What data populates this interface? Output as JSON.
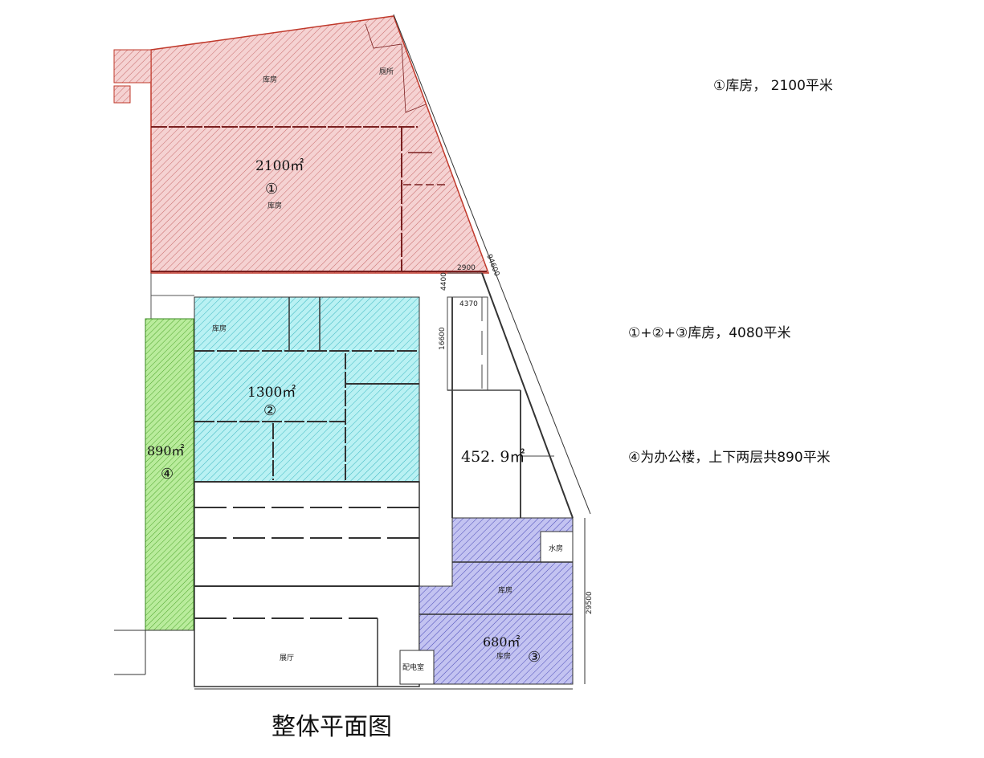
{
  "title": "整体平面图",
  "notes": [
    "①库房， 2100平米",
    "①+②+③库房，4080平米",
    "④为办公楼，上下两层共890平米"
  ],
  "zones": {
    "z1": {
      "area": "2100㎡",
      "num": "①",
      "room": "库房",
      "room_top": "库房",
      "toilet": "厕所",
      "color": "#e8a0a0"
    },
    "z2": {
      "area": "1300㎡",
      "num": "②",
      "room": "库房",
      "color": "#7fe3e8"
    },
    "z3": {
      "area": "680㎡",
      "num": "③",
      "room": "库房",
      "room_top": "库房",
      "water": "水房",
      "color": "#8c8ce0"
    },
    "z4": {
      "area": "890㎡",
      "num": "④",
      "color": "#8fd870"
    },
    "other": {
      "area": "452. 9㎡",
      "hall": "展厅",
      "power": "配电室"
    }
  },
  "dimensions": {
    "d1": "29500",
    "d2": "94600",
    "d3": "2900",
    "d4": "4400",
    "d5": "4370",
    "d6": "16600"
  }
}
